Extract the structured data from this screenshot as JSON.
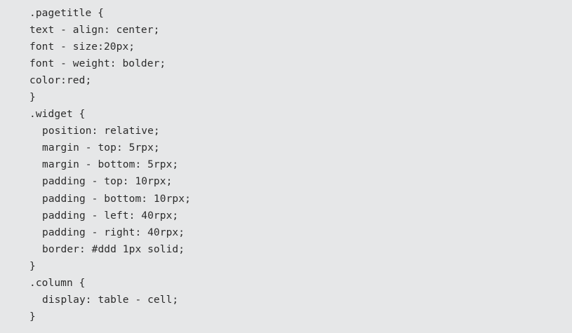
{
  "code": {
    "lines": [
      ".pagetitle {",
      "text - align: center;",
      "font - size:20px;",
      "font - weight: bolder;",
      "color:red;",
      "}",
      ".widget {",
      "position: relative;",
      "margin - top: 5rpx;",
      "margin - bottom: 5rpx;",
      "padding - top: 10rpx;",
      "padding - bottom: 10rpx;",
      "padding - left: 40rpx;",
      "padding - right: 40rpx;",
      "border: #ddd 1px solid;",
      "}",
      ".column {",
      "display: table - cell;",
      "}"
    ]
  }
}
